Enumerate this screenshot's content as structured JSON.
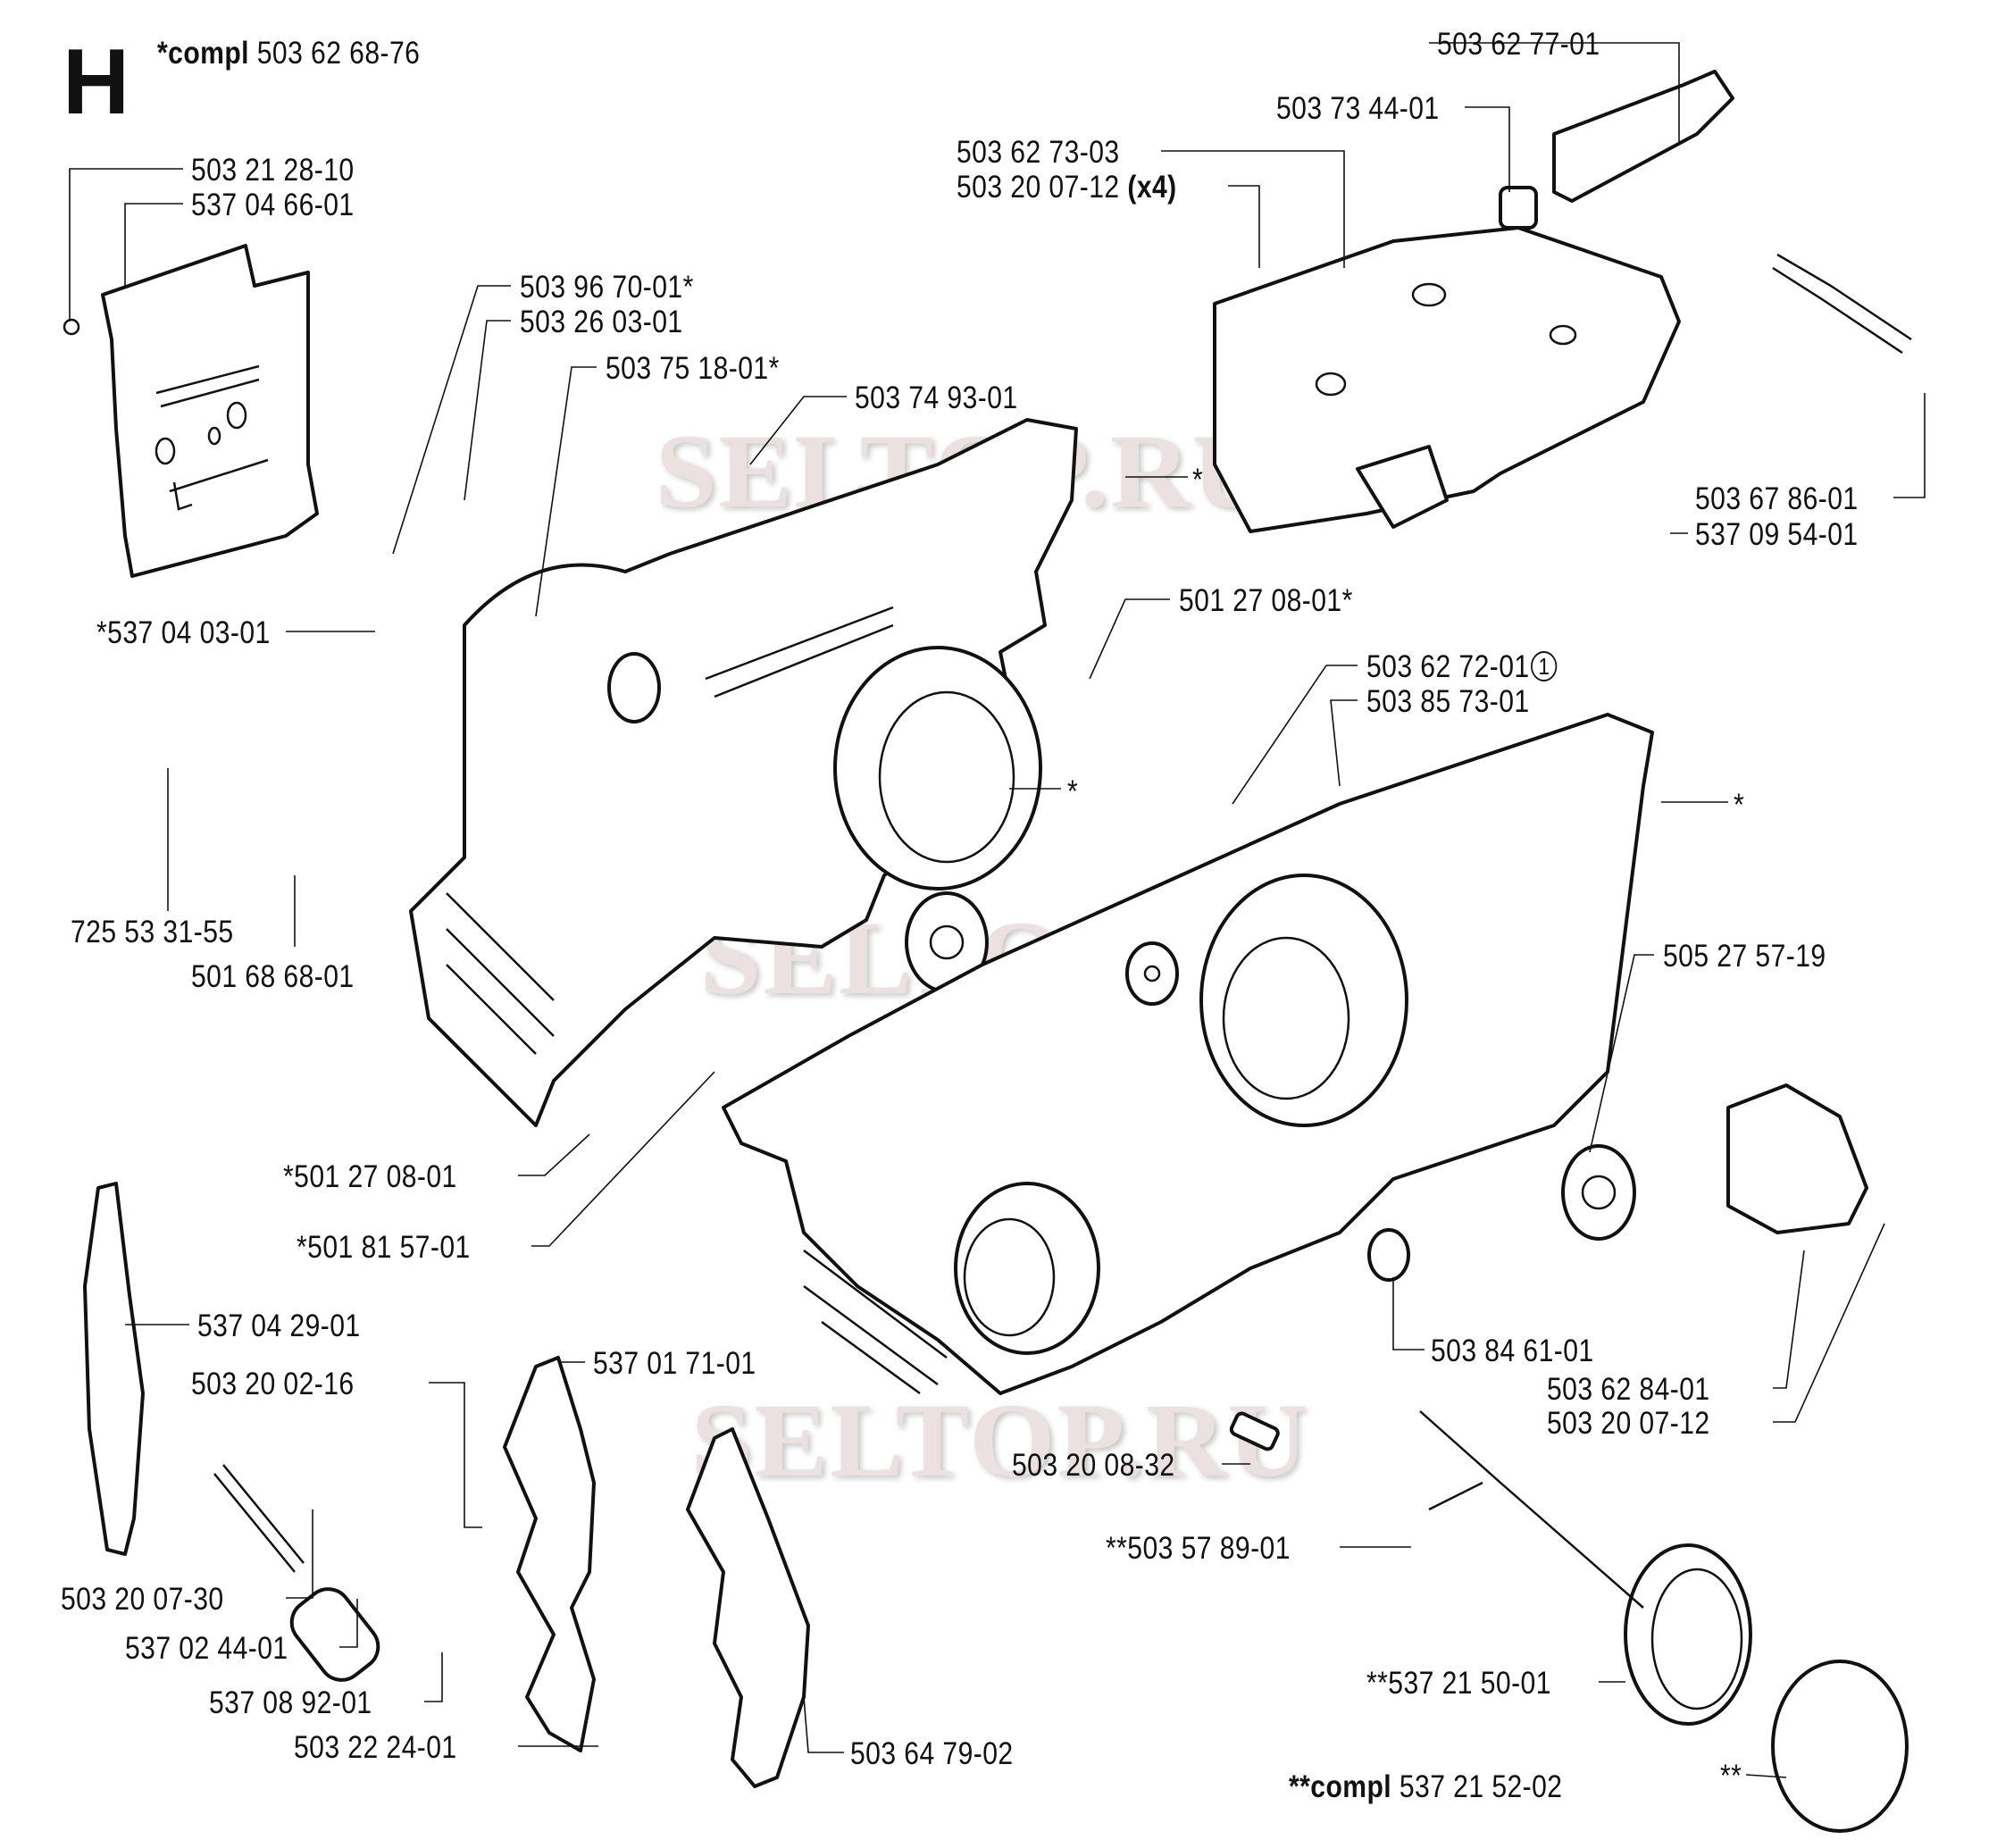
{
  "section_letter": "H",
  "watermark": "SELTOP.RU",
  "assembly_notes": {
    "crankcase_compl": {
      "prefix": "*compl",
      "number": "503 62 68-76"
    },
    "tank_cap_compl": {
      "prefix": "**compl",
      "number": "537 21 52-02"
    }
  },
  "parts": [
    {
      "id": "p01",
      "label": "503 21 28-10"
    },
    {
      "id": "p02",
      "label": "537 04 66-01"
    },
    {
      "id": "p03",
      "label": "503 96 70-01*"
    },
    {
      "id": "p04",
      "label": "503 26 03-01"
    },
    {
      "id": "p05",
      "label": "503 75 18-01*"
    },
    {
      "id": "p06",
      "label": "503 74 93-01"
    },
    {
      "id": "p07",
      "label": "503 62 77-01"
    },
    {
      "id": "p08",
      "label": "503 73 44-01"
    },
    {
      "id": "p09",
      "label": "503 62 73-03"
    },
    {
      "id": "p10",
      "label": "503 20 07-12",
      "qty_note": "(x4)"
    },
    {
      "id": "p11",
      "label": "*"
    },
    {
      "id": "p12",
      "label": "503 67 86-01"
    },
    {
      "id": "p13",
      "label": "537 09 54-01"
    },
    {
      "id": "p14",
      "label": "*537 04 03-01"
    },
    {
      "id": "p15",
      "label": "501 27 08-01*"
    },
    {
      "id": "p16",
      "label": "503 62 72-01",
      "note_marker": "1"
    },
    {
      "id": "p17",
      "label": "503 85 73-01"
    },
    {
      "id": "p18",
      "label": "*"
    },
    {
      "id": "p19",
      "label": "*"
    },
    {
      "id": "p20",
      "label": "725 53 31-55"
    },
    {
      "id": "p21",
      "label": "501 68 68-01"
    },
    {
      "id": "p22",
      "label": "505 27 57-19"
    },
    {
      "id": "p23",
      "label": "*501 27 08-01"
    },
    {
      "id": "p24",
      "label": "*501 81 57-01"
    },
    {
      "id": "p25",
      "label": "537 04 29-01"
    },
    {
      "id": "p26",
      "label": "537 01 71-01"
    },
    {
      "id": "p27",
      "label": "503 20 02-16"
    },
    {
      "id": "p28",
      "label": "503 84 61-01"
    },
    {
      "id": "p29",
      "label": "503 62 84-01"
    },
    {
      "id": "p30",
      "label": "503 20 07-12"
    },
    {
      "id": "p31",
      "label": "503 20 08-32"
    },
    {
      "id": "p32",
      "label": "**503 57 89-01"
    },
    {
      "id": "p33",
      "label": "503 20 07-30"
    },
    {
      "id": "p34",
      "label": "537 02 44-01"
    },
    {
      "id": "p35",
      "label": "537 08 92-01"
    },
    {
      "id": "p36",
      "label": "503 22 24-01"
    },
    {
      "id": "p37",
      "label": "503 64 79-02"
    },
    {
      "id": "p38",
      "label": "**537 21 50-01"
    },
    {
      "id": "p39",
      "label": "**"
    }
  ]
}
